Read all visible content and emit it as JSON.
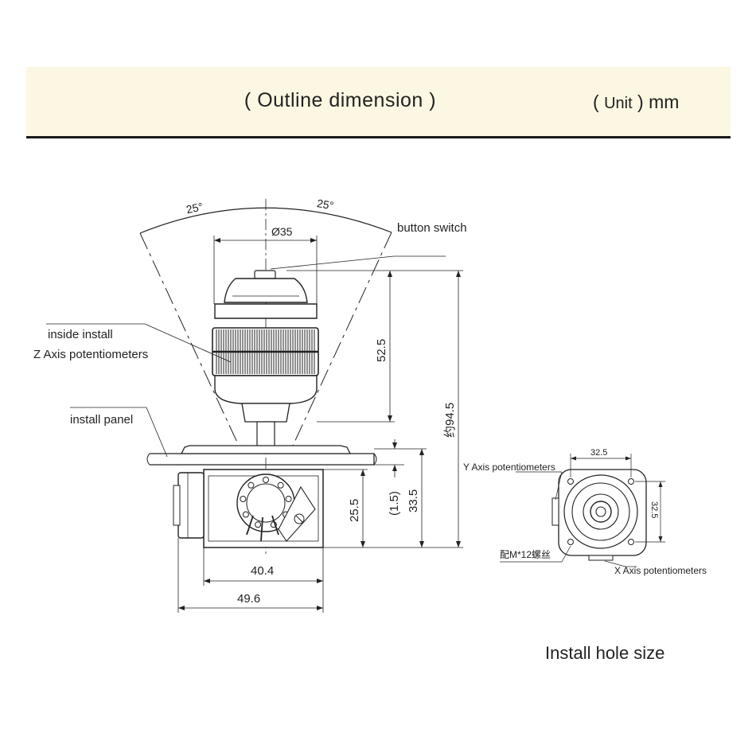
{
  "header": {
    "title": "( Outline dimension )",
    "unit_open": "(",
    "unit_word": "Unit",
    "unit_close": ")",
    "unit_value": "mm"
  },
  "main_view": {
    "labels": {
      "angle_left": "25°",
      "angle_right": "25°",
      "diameter": "Ø35",
      "button_switch": "button switch",
      "z_pot_line1": "inside install",
      "z_pot_line2": "Z Axis potentiometers",
      "install_panel": "install panel"
    },
    "dimensions": {
      "handle_height": "52.5",
      "total_height": "约94.5",
      "panel_thickness": "(1.5)",
      "body_height": "25.5",
      "below_panel_height": "33.5",
      "body_width": "40.4",
      "total_width": "49.6"
    }
  },
  "hole_view": {
    "labels": {
      "y_pot": "Y Axis potentiometers",
      "x_pot": "X Axis potentiometers",
      "screw": "配M*12螺丝"
    },
    "dimensions": {
      "width": "32.5",
      "height": "32.5"
    },
    "caption": "Install hole size"
  }
}
